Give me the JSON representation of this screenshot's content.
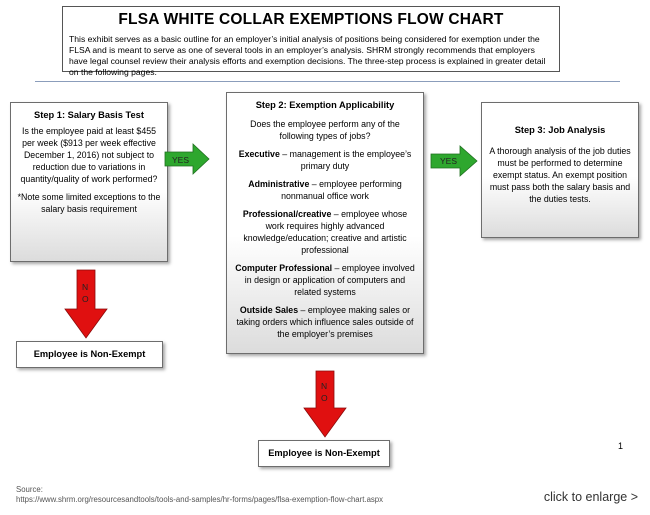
{
  "header": {
    "title": "FLSA WHITE COLLAR EXEMPTIONS FLOW CHART",
    "intro": "This exhibit serves as a basic outline for an employer’s initial analysis of positions being considered for exemption under the FLSA and is meant to serve as one of several tools in an employer’s analysis. SHRM strongly recommends that employers have legal counsel review their analysis efforts and exemption decisions. The three-step process is explained in greater detail on the following pages."
  },
  "step1": {
    "title": "Step 1: Salary Basis Test",
    "question": "Is the employee paid at least $455 per week ($913 per week effective December 1, 2016) not subject to reduction due to variations in quantity/quality of work performed?",
    "note": "*Note some limited exceptions to the salary basis requirement"
  },
  "step2": {
    "title": "Step 2: Exemption Applicability",
    "question": "Does the employee perform any of the following types of jobs?",
    "items": [
      {
        "term": "Executive",
        "desc": " – management is the employee’s primary duty"
      },
      {
        "term": "Administrative",
        "desc": " – employee performing nonmanual office work"
      },
      {
        "term": "Professional/creative",
        "desc": " – employee whose work requires highly advanced knowledge/education; creative and artistic professional"
      },
      {
        "term": "Computer Professional",
        "desc": " – employee involved in design or application of computers and related systems"
      },
      {
        "term": "Outside Sales",
        "desc": " – employee making sales or taking orders which influence sales outside of the employer’s premises"
      }
    ]
  },
  "step3": {
    "title": "Step 3: Job Analysis",
    "text": "A thorough analysis of the job duties must be performed to determine exempt status. An exempt position must pass both the salary basis and the duties tests."
  },
  "arrows": {
    "yes_label": "YES",
    "no_label_1": "N",
    "no_label_2": "O",
    "yes_color": "#2ea72e",
    "no_color": "#e01010"
  },
  "outcomes": {
    "non_exempt_1": "Employee is Non-Exempt",
    "non_exempt_2": "Employee is Non-Exempt"
  },
  "page_number": "1",
  "source": {
    "label": "Source:",
    "url": "https://www.shrm.org/resourcesandtools/tools-and-samples/hr-forms/pages/flsa-exemption-flow-chart.aspx"
  },
  "enlarge_link": "click to enlarge >"
}
